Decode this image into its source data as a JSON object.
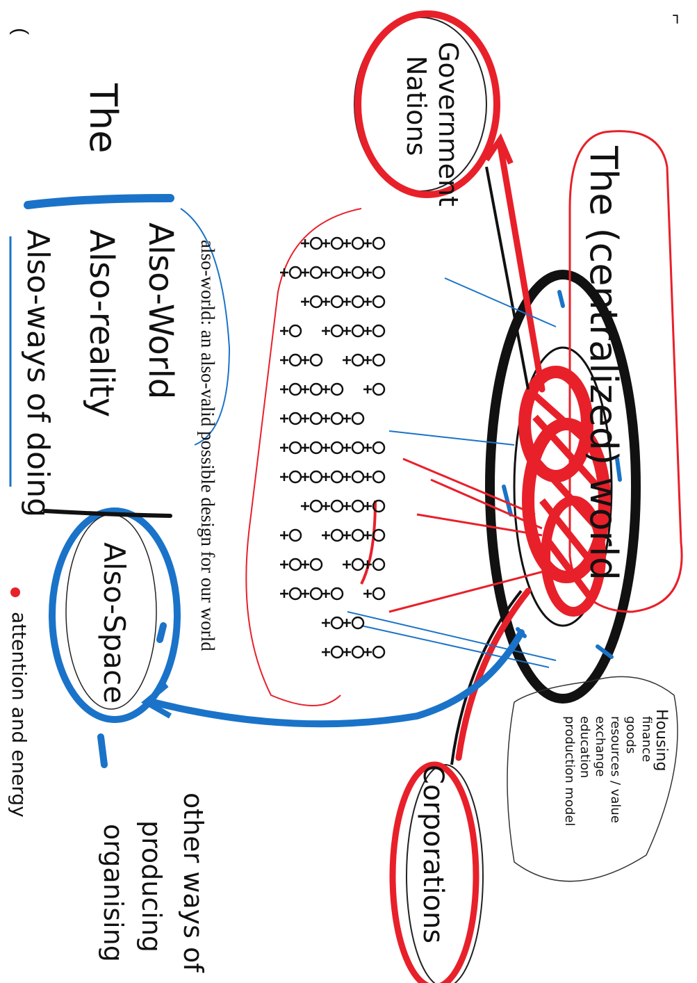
{
  "colors": {
    "ink": "#111111",
    "red": "#e8202a",
    "blue": "#1a73c8",
    "thin": "#222222"
  },
  "corner_marks": {
    "top_left": "(",
    "top_right": "⌐"
  },
  "center": {
    "title": "The (centralized) world"
  },
  "nodes": {
    "government": [
      "Government",
      "Nations"
    ],
    "corporations": "Corporations",
    "also_space": "Also-Space"
  },
  "right_note": [
    "Housing",
    "finance",
    "goods",
    "resources / value",
    "exchange",
    "education",
    "production model"
  ],
  "left_block": {
    "the": "The",
    "lines": [
      "Also-World",
      "Also-reality",
      "Also-ways of doing"
    ]
  },
  "typed_caption": "also-world: an also-valid possible design for our world",
  "legend": {
    "bullet_label": "attention and energy"
  },
  "bottom_note": [
    "other ways of",
    "producing",
    "organising"
  ],
  "icons": {
    "people": "person-icon",
    "bullet": "red-dot-icon"
  }
}
